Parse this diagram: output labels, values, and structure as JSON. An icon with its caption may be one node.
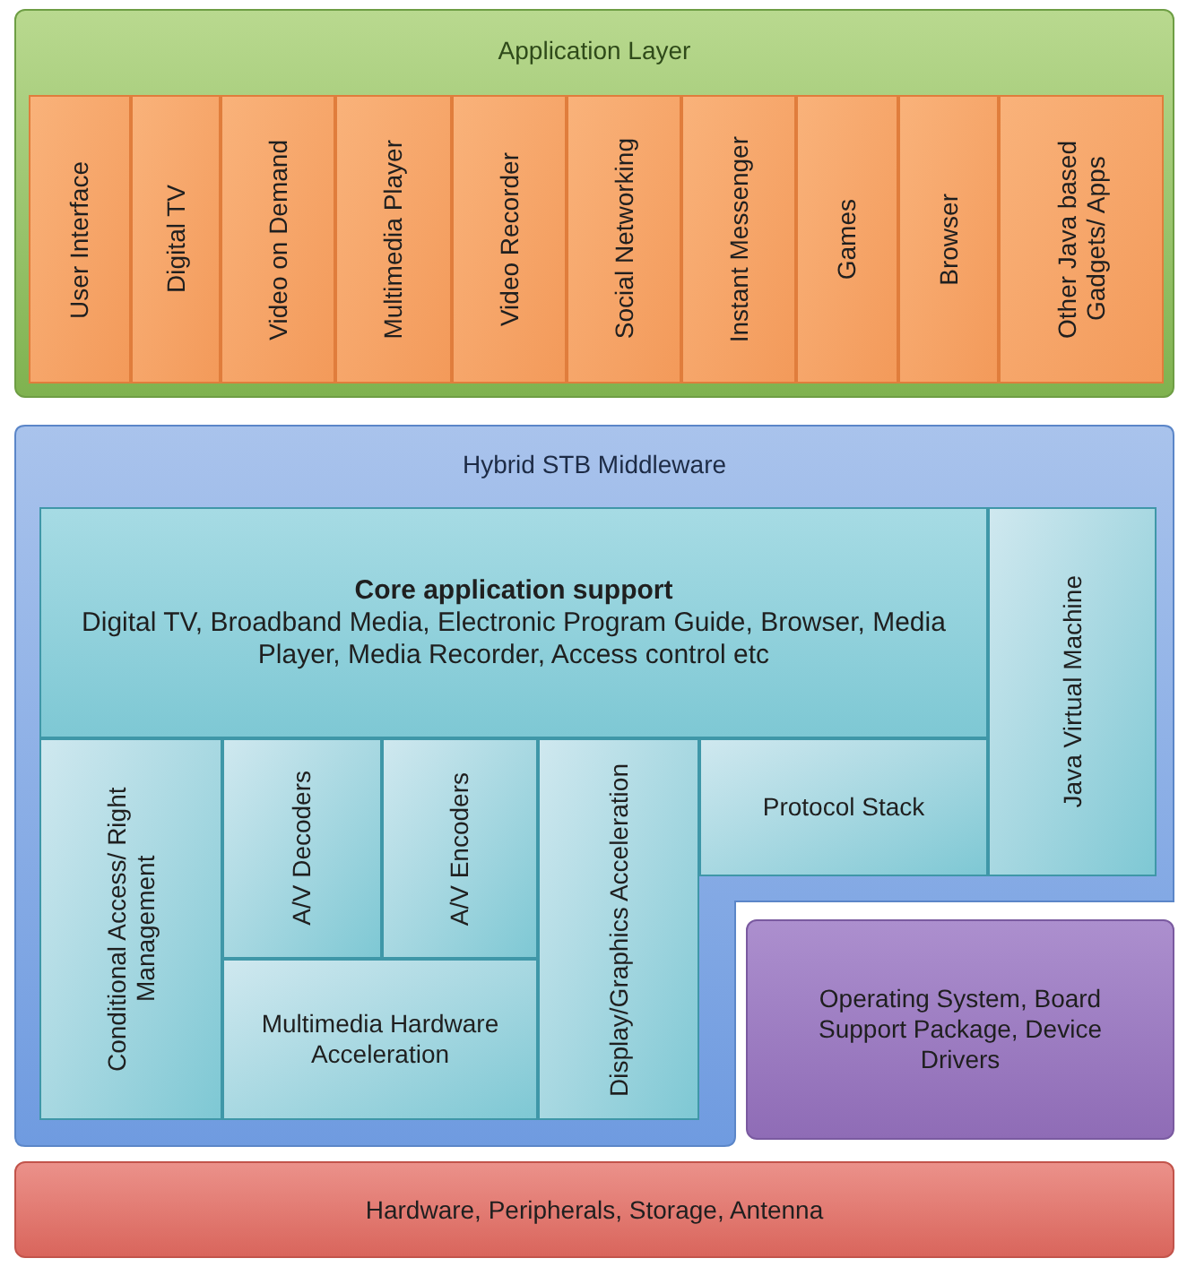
{
  "diagram": {
    "nodes": [
      {
        "text": [
          "Application Layer"
        ]
      },
      {
        "text": [
          "User Interface"
        ],
        "in": 0
      },
      {
        "text": [
          "Digital TV"
        ],
        "in": 0
      },
      {
        "text": [
          "Video on Demand"
        ],
        "in": 0
      },
      {
        "text": [
          "Multimedia Player"
        ],
        "in": 0
      },
      {
        "text": [
          "Video Recorder"
        ],
        "in": 0
      },
      {
        "text": [
          "Social Networking"
        ],
        "in": 0
      },
      {
        "text": [
          "Instant Messenger"
        ],
        "in": 0
      },
      {
        "text": [
          "Games"
        ],
        "in": 0
      },
      {
        "text": [
          "Browser"
        ],
        "in": 0
      },
      {
        "text": [
          "Other Java based Gadgets/ Apps"
        ],
        "in": 0
      },
      {
        "text": [
          "Hybrid STB Middleware"
        ]
      },
      {
        "text": [
          "Core application support",
          "Digital TV, Broadband Media, Electronic Program Guide, Browser, Media Player, Media Recorder, Access control etc"
        ],
        "in": 11
      },
      {
        "text": [
          "Java Virtual Machine"
        ],
        "in": 11
      },
      {
        "text": [
          "Conditional Access/ Right Management"
        ],
        "in": 11
      },
      {
        "text": [
          "A/V Decoders"
        ],
        "in": 11
      },
      {
        "text": [
          "A/V Encoders"
        ],
        "in": 11
      },
      {
        "text": [
          "Protocol Stack"
        ],
        "in": 11
      },
      {
        "text": [
          "Multimedia Hardware Acceleration"
        ],
        "in": 11
      },
      {
        "text": [
          "Display/Graphics Acceleration"
        ],
        "in": 11
      },
      {
        "text": [
          "Operating System, Board Support Package, Device Drivers"
        ]
      },
      {
        "text": [
          "Hardware, Peripherals, Storage, Antenna"
        ]
      }
    ]
  }
}
